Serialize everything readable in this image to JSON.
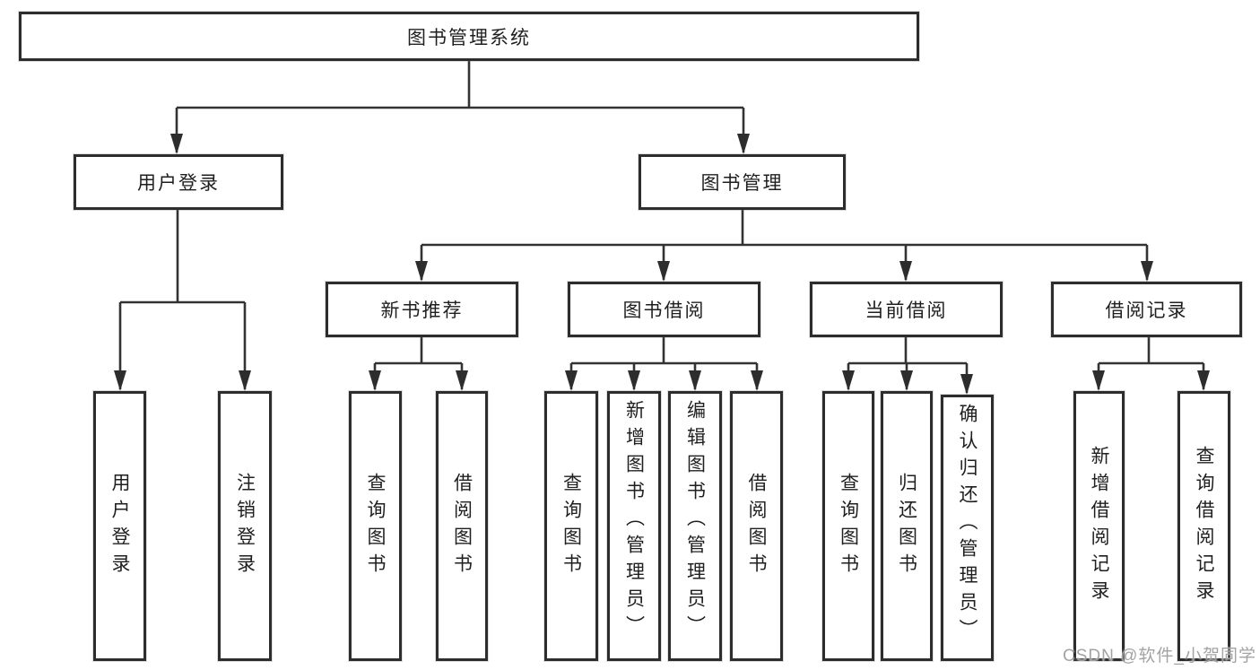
{
  "tree": {
    "label": "图书管理系统",
    "children": [
      {
        "label": "用户登录",
        "children": [
          {
            "label": "用户登录"
          },
          {
            "label": "注销登录"
          }
        ]
      },
      {
        "label": "图书管理",
        "children": [
          {
            "label": "新书推荐",
            "children": [
              {
                "label": "查询图书"
              },
              {
                "label": "借阅图书"
              }
            ]
          },
          {
            "label": "图书借阅",
            "children": [
              {
                "label": "查询图书"
              },
              {
                "label": "新增图书（管理员）"
              },
              {
                "label": "编辑图书（管理员）"
              },
              {
                "label": "借阅图书"
              }
            ]
          },
          {
            "label": "当前借阅",
            "children": [
              {
                "label": "查询图书"
              },
              {
                "label": "归还图书"
              },
              {
                "label": "确认归还（管理员）"
              }
            ]
          },
          {
            "label": "借阅记录",
            "children": [
              {
                "label": "新增借阅记录"
              },
              {
                "label": "查询借阅记录"
              }
            ]
          }
        ]
      }
    ]
  },
  "watermark": {
    "text": "CSDN @软件_小贺同学"
  },
  "colors": {
    "line": "#333333",
    "border": "#2d2d2d",
    "text": "#1f1f1f",
    "watermark": "#9e9e9e",
    "background": "#ffffff"
  }
}
